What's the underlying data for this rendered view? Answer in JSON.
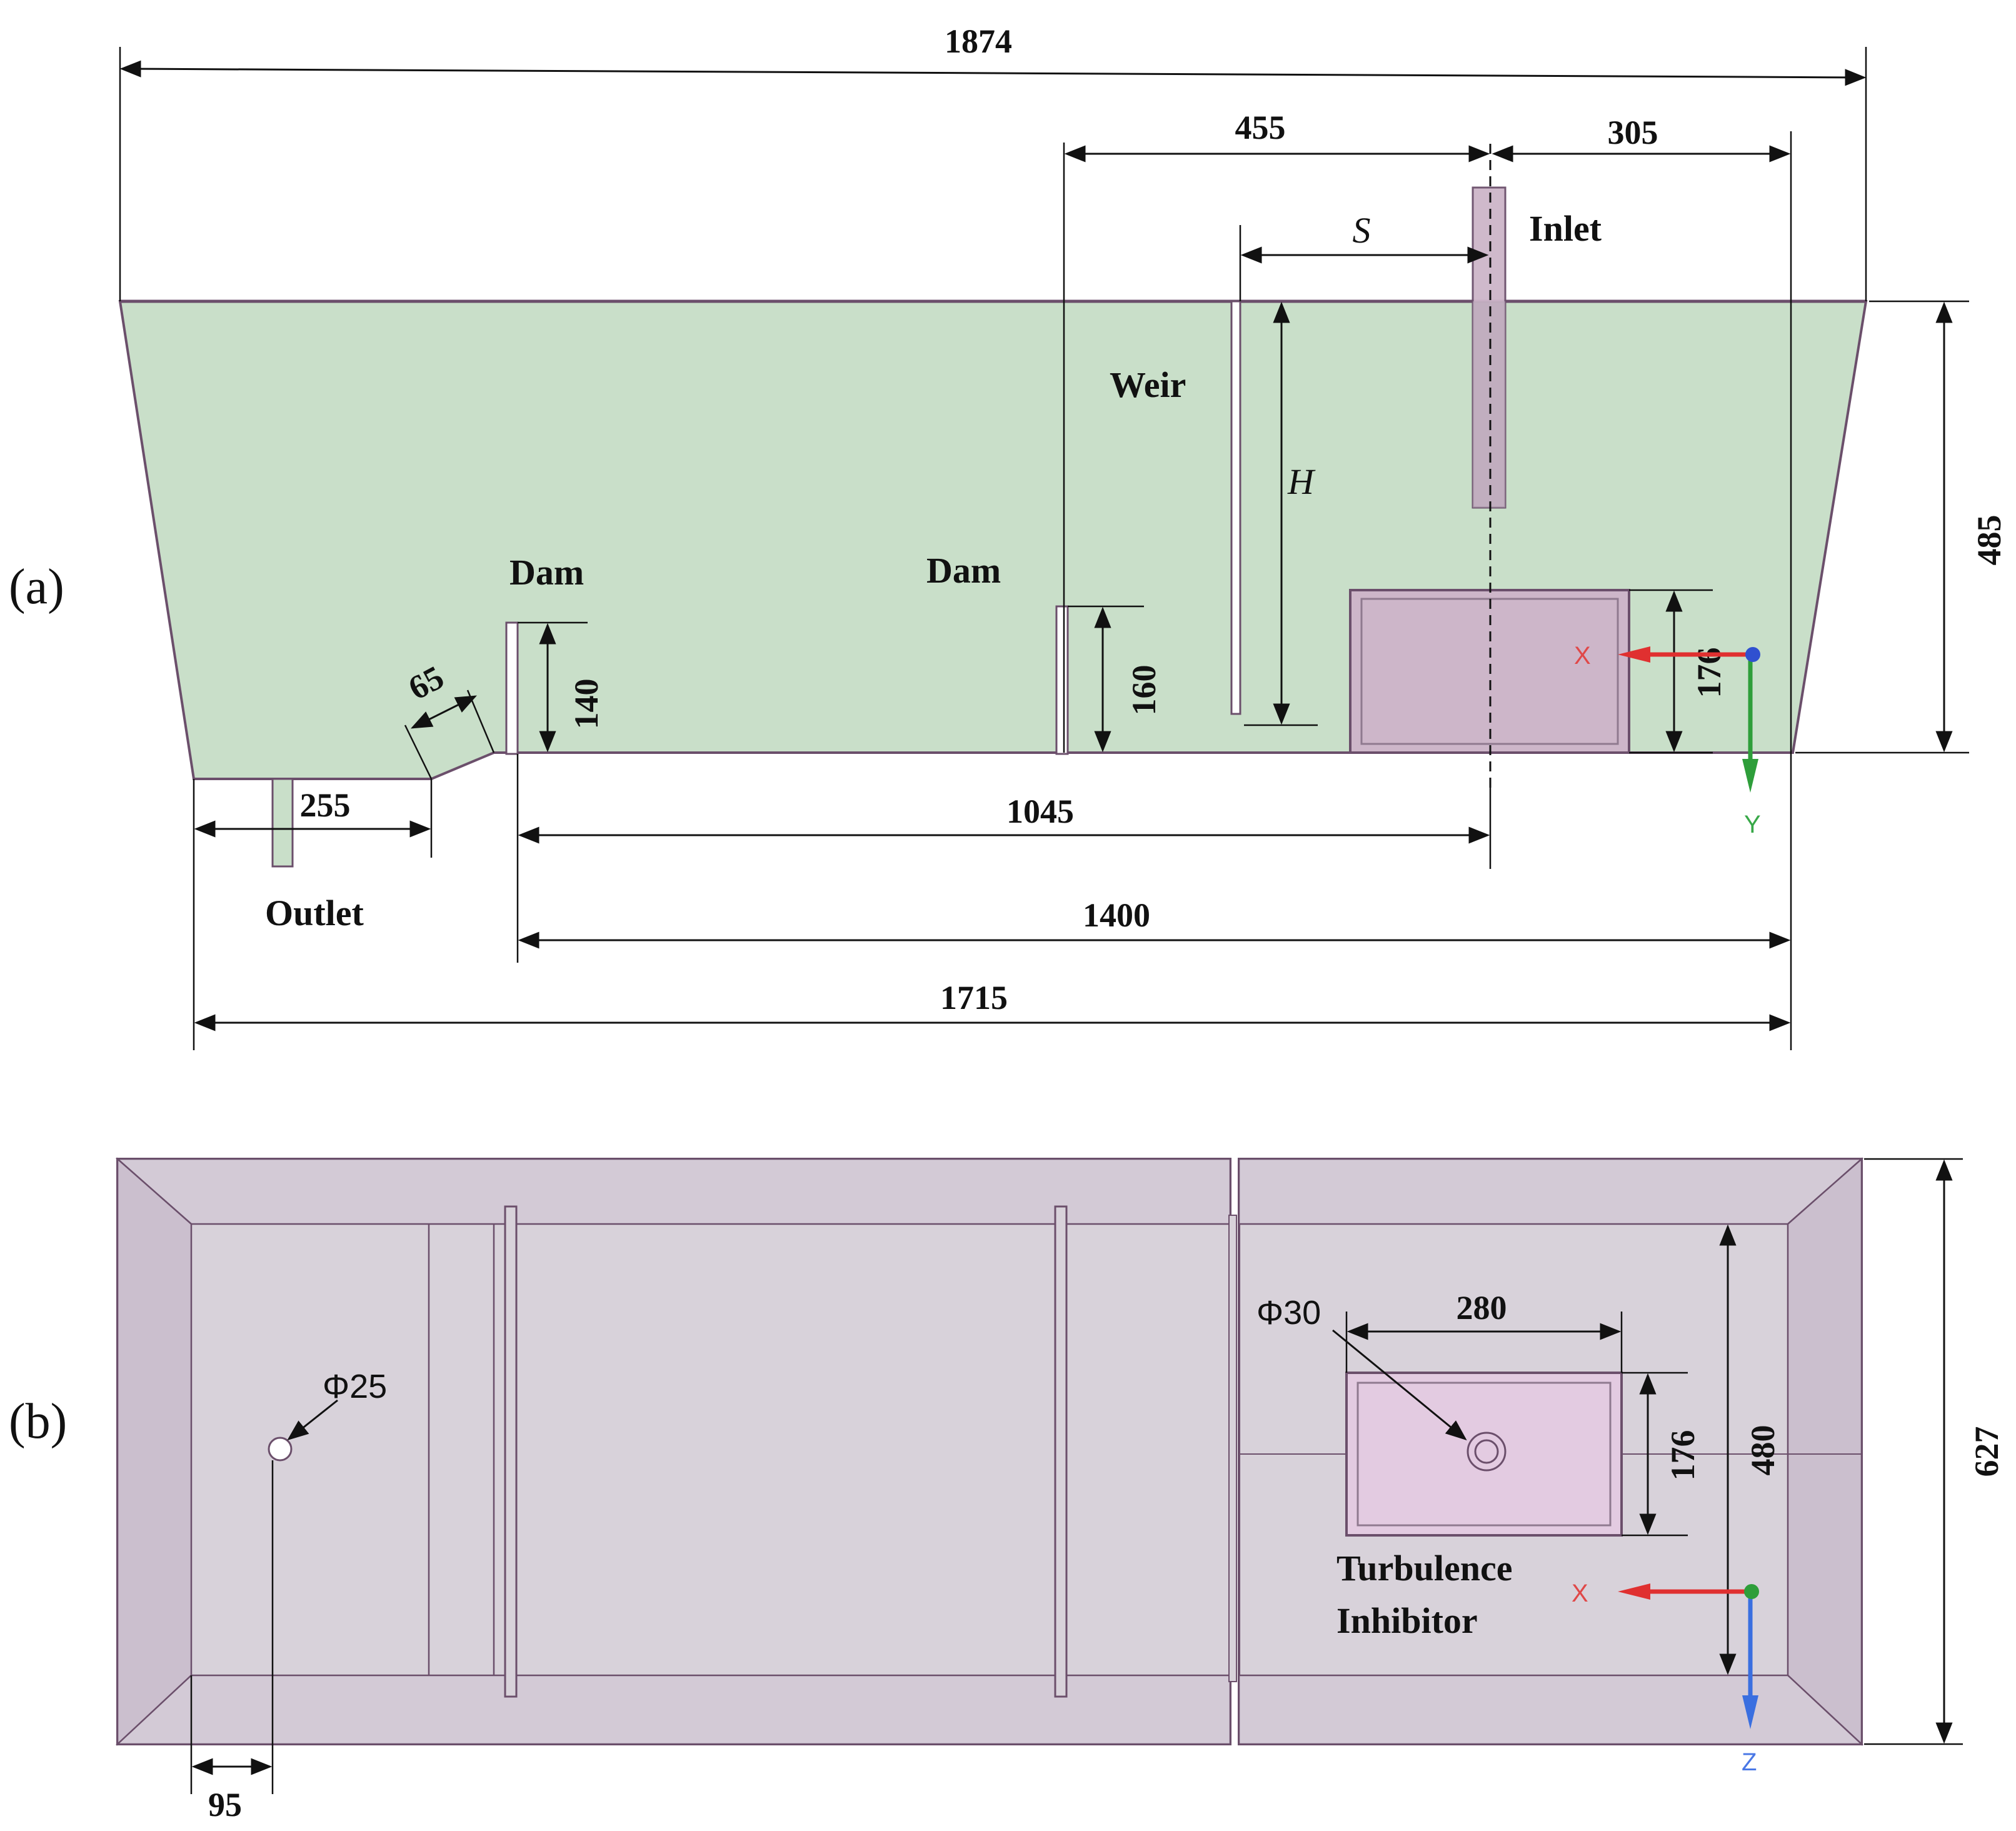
{
  "panel_a": {
    "label": "(a)",
    "dims": {
      "total_top": "1874",
      "d455": "455",
      "d305": "305",
      "s": "S",
      "h": "H",
      "height485": "485",
      "d176": "176",
      "d160": "160",
      "d140": "140",
      "d65": "65",
      "d255": "255",
      "d1045": "1045",
      "d1400": "1400",
      "d1715": "1715"
    },
    "labels": {
      "inlet": "Inlet",
      "weir": "Weir",
      "dam_left": "Dam",
      "dam_right": "Dam",
      "outlet": "Outlet"
    },
    "axes": {
      "x": "X",
      "y": "Y"
    }
  },
  "panel_b": {
    "label": "(b)",
    "dims": {
      "phi25": "Φ25",
      "phi30": "Φ30",
      "d280": "280",
      "d176": "176",
      "d480": "480",
      "d627": "627",
      "d95": "95"
    },
    "labels": {
      "inhibitor_line1": "Turbulence",
      "inhibitor_line2": "Inhibitor"
    },
    "axes": {
      "x": "X",
      "z": "Z"
    }
  },
  "colors": {
    "fluid": "#c9dfc9",
    "vessel": "#d8d2da",
    "vessel_side": "#cbbfce",
    "inhibitor": "#cdb6c9",
    "inhibitor_top": "#e3cbe1",
    "outline": "#6b4f6b",
    "axis_x": "#e03030",
    "axis_y": "#2e9e3a",
    "axis_z": "#3a6fe0",
    "axis_origin": "#3050d0"
  }
}
